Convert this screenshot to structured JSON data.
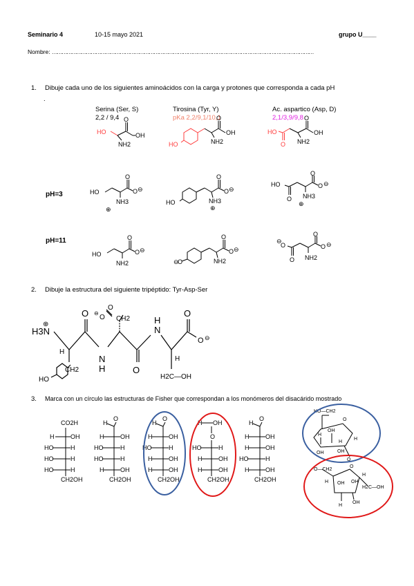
{
  "header": {
    "course": "Seminario 4",
    "date": "10-15 mayo 2021",
    "group": "grupo U____",
    "name_label": "Nombre: ",
    "name_line": "………………………………………………………………………………………………………………………………………………"
  },
  "q1": {
    "number": "1.",
    "text": "Dibuje cada uno de los siguientes aminoácidos con la carga y protones que corresponda a cada pH",
    "dot": ".",
    "amino_acids": [
      {
        "name": "Serina (Ser, S)",
        "pka": "2,2 / 9,4",
        "pka_color": "#000000"
      },
      {
        "name": "Tirosina (Tyr, Y)",
        "pka": "pKa 2,2/9,1/10,1",
        "pka_color": "#f0806a"
      },
      {
        "name": "Ac. aspartico (Asp, D)",
        "pka": "2,1/3,9/9,8",
        "pka_color": "#e020e0"
      }
    ],
    "ph_rows": [
      "pH=3",
      "pH=11"
    ]
  },
  "q2": {
    "number": "2.",
    "text": "Dibuje la estructura del siguiente tripéptido: Tyr-Asp-Ser"
  },
  "q3": {
    "number": "3.",
    "text": "Marca con un círculo las estructuras de Fisher que correspondan a los monómeros del disacárido mostrado"
  },
  "chem": {
    "O": "O",
    "OH": "OH",
    "HO": "HO",
    "NH2": "NH2",
    "NH3": "NH3",
    "H3N": "H3N",
    "H": "H",
    "N": "N",
    "CH2": "CH2",
    "CH2OH": "CH2OH",
    "CO2H": "CO2H",
    "H2C_OH": "H2C—OH",
    "HC_OH": "H2C—OH",
    "O_CH2": "O—CH2",
    "HO_CH2": "HO—CH2",
    "minus": "⊖",
    "plus": "⊕"
  },
  "colors": {
    "red": "#ff3b3b",
    "magenta": "#e020e0",
    "salmon": "#f0806a",
    "blue": "#3a5fa0",
    "circle_red": "#e01818"
  }
}
